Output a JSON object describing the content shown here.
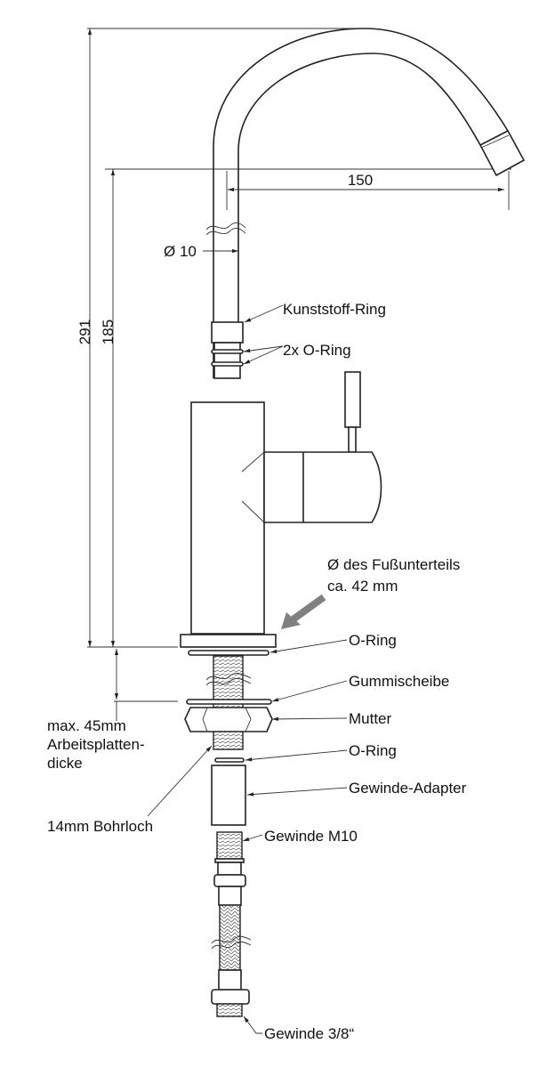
{
  "dimensions": {
    "total_height": "291",
    "body_height": "185",
    "spout_reach": "150",
    "pipe_diameter": "Ø 10",
    "countertop_thickness": [
      "max. 45mm",
      "Arbeitsplatten-",
      "dicke"
    ],
    "drill_hole": "14mm Bohrloch",
    "base_diameter": [
      "Ø des Fußunterteils",
      "ca. 42 mm"
    ]
  },
  "labels": {
    "plastic_ring": "Kunststoff-Ring",
    "o_rings_spout": "2x O-Ring",
    "o_ring_base": "O-Ring",
    "rubber_washer": "Gummischeibe",
    "nut": "Mutter",
    "o_ring_lower": "O-Ring",
    "thread_adapter": "Gewinde-Adapter",
    "thread_m10": "Gewinde M10",
    "thread_3_8": "Gewinde 3/8“"
  },
  "colors": {
    "line": "#222222",
    "arrow": "#808080"
  }
}
